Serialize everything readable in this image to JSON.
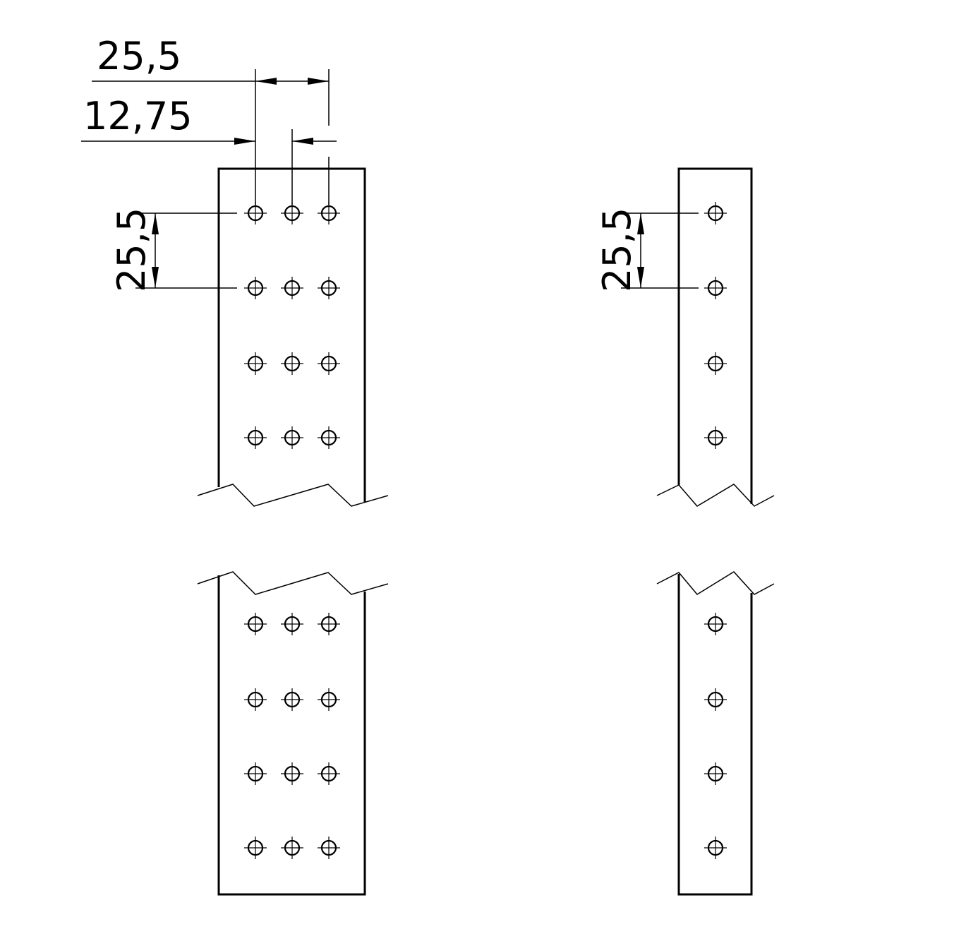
{
  "drawing": {
    "dimensions": {
      "top_spacing": "25,5",
      "top_offset": "12,75",
      "left_vertical_spacing": "25,5",
      "right_vertical_spacing": "25,5"
    },
    "left_plate": {
      "columns": 3,
      "rows_per_segment": 4
    },
    "right_plate": {
      "columns": 1,
      "rows_per_segment": 4
    }
  }
}
